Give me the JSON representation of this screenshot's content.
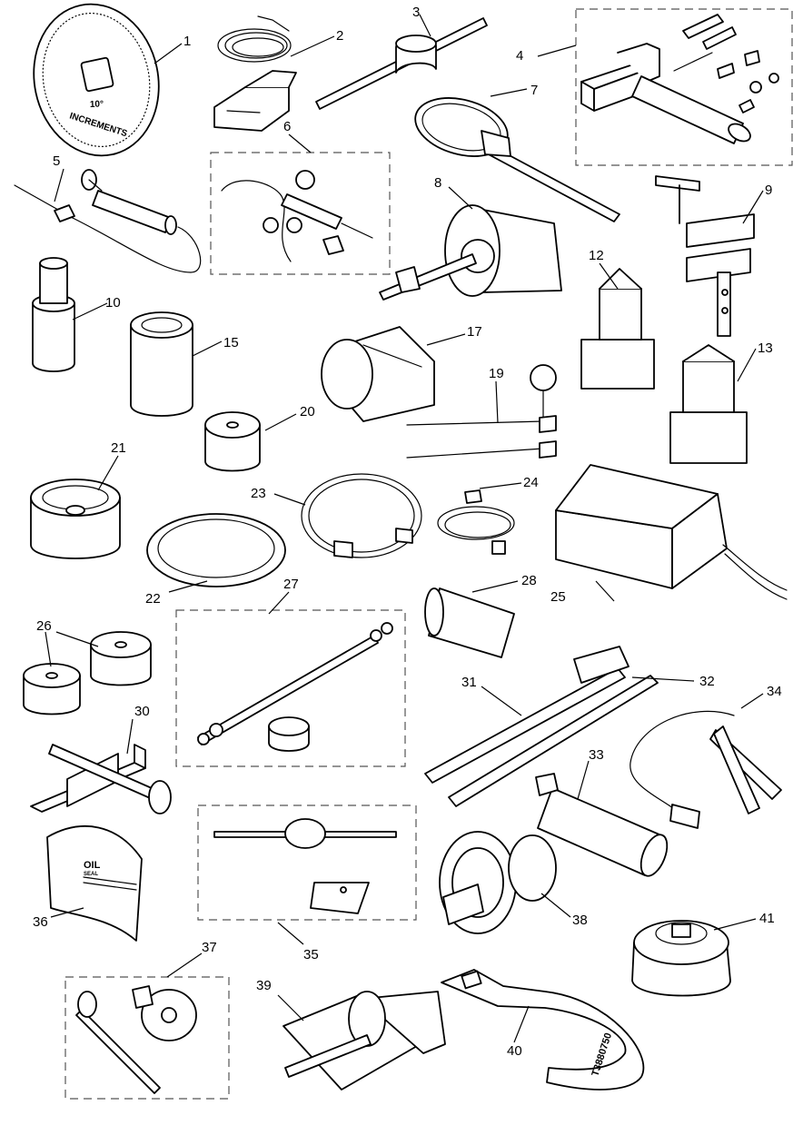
{
  "callouts": [
    "1",
    "2",
    "3",
    "4",
    "5",
    "6",
    "7",
    "8",
    "9",
    "10",
    "12",
    "13",
    "15",
    "17",
    "19",
    "20",
    "21",
    "22",
    "23",
    "24",
    "25",
    "26",
    "27",
    "28",
    "30",
    "31",
    "32",
    "33",
    "34",
    "35",
    "36",
    "37",
    "38",
    "39",
    "40",
    "41"
  ],
  "tool_text": {
    "degree_wheel_value": "10°",
    "degree_wheel_word": "INCREMENTS",
    "seal_tool_brand_line1": "OIL",
    "seal_tool_brand_line2": "SEAL",
    "wrench_part_number": "T3880750"
  }
}
